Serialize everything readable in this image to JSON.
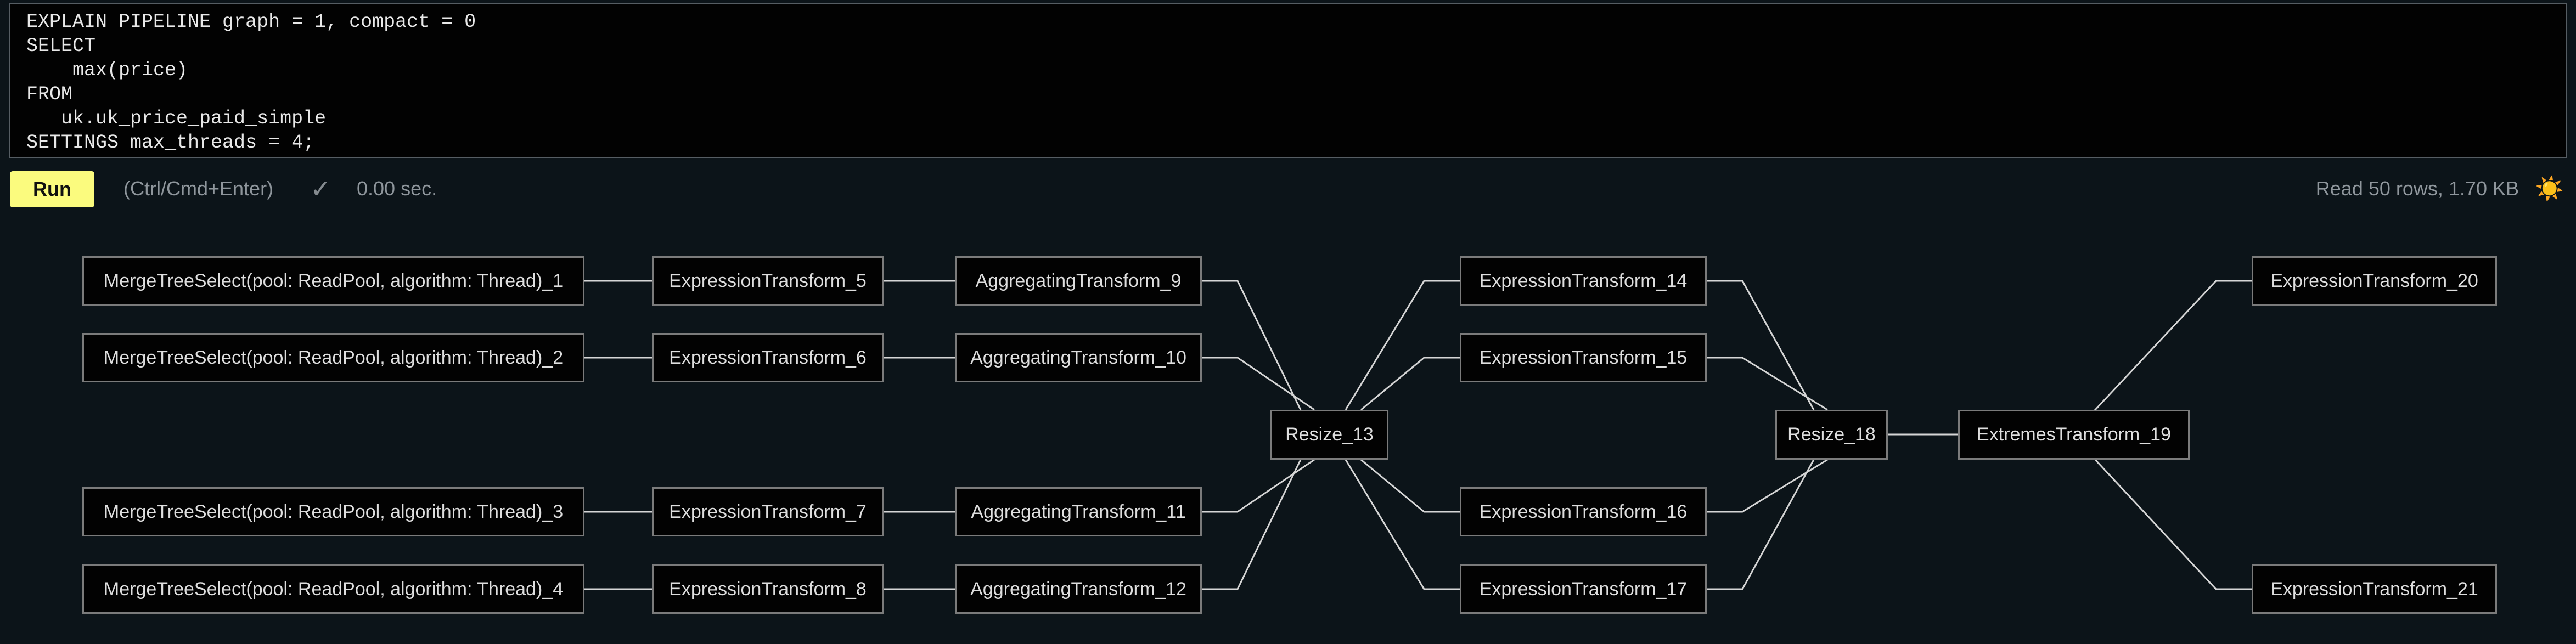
{
  "editor": {
    "sql_lines": [
      "EXPLAIN PIPELINE graph = 1, compact = 0",
      "SELECT",
      "    max(price)",
      "FROM",
      "   uk.uk_price_paid_simple",
      "SETTINGS max_threads = 4;"
    ]
  },
  "toolbar": {
    "run_label": "Run",
    "shortcut_hint": "(Ctrl/Cmd+Enter)",
    "status_check": "✓",
    "elapsed": "0.00 sec.",
    "read_stats": "Read 50 rows, 1.70 KB",
    "theme_icon": "☀️"
  },
  "colors": {
    "background": "#0c1419",
    "editor_background": "#020202",
    "accent_yellow": "#fbfb7e",
    "node_border": "#7b7b7b",
    "edge": "#d6d6d6",
    "muted_text": "#8f969c"
  },
  "graph": {
    "nodes": [
      {
        "id": 1,
        "label": "MergeTreeSelect(pool: ReadPool, algorithm: Thread)_1"
      },
      {
        "id": 2,
        "label": "MergeTreeSelect(pool: ReadPool, algorithm: Thread)_2"
      },
      {
        "id": 3,
        "label": "MergeTreeSelect(pool: ReadPool, algorithm: Thread)_3"
      },
      {
        "id": 4,
        "label": "MergeTreeSelect(pool: ReadPool, algorithm: Thread)_4"
      },
      {
        "id": 5,
        "label": "ExpressionTransform_5"
      },
      {
        "id": 6,
        "label": "ExpressionTransform_6"
      },
      {
        "id": 7,
        "label": "ExpressionTransform_7"
      },
      {
        "id": 8,
        "label": "ExpressionTransform_8"
      },
      {
        "id": 9,
        "label": "AggregatingTransform_9"
      },
      {
        "id": 10,
        "label": "AggregatingTransform_10"
      },
      {
        "id": 11,
        "label": "AggregatingTransform_11"
      },
      {
        "id": 12,
        "label": "AggregatingTransform_12"
      },
      {
        "id": 13,
        "label": "Resize_13"
      },
      {
        "id": 14,
        "label": "ExpressionTransform_14"
      },
      {
        "id": 15,
        "label": "ExpressionTransform_15"
      },
      {
        "id": 16,
        "label": "ExpressionTransform_16"
      },
      {
        "id": 17,
        "label": "ExpressionTransform_17"
      },
      {
        "id": 18,
        "label": "Resize_18"
      },
      {
        "id": 19,
        "label": "ExtremesTransform_19"
      },
      {
        "id": 20,
        "label": "ExpressionTransform_20"
      },
      {
        "id": 21,
        "label": "ExpressionTransform_21"
      }
    ]
  }
}
